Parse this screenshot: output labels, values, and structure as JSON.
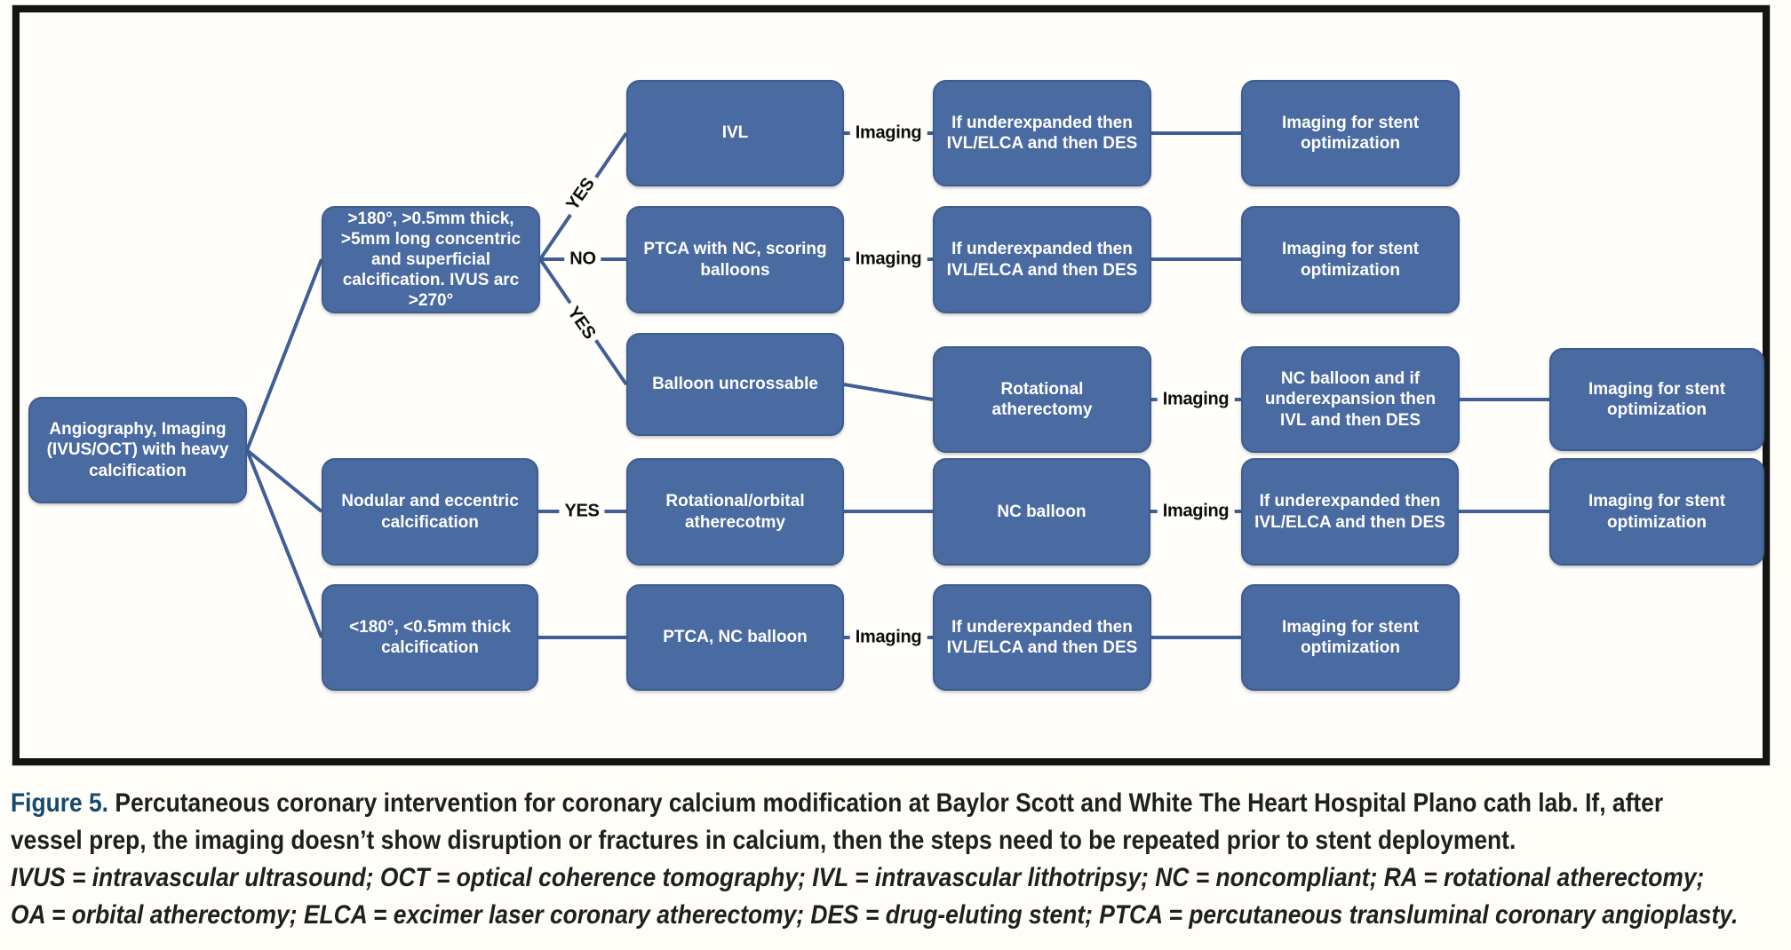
{
  "colors": {
    "node_fill": "#4a6aa2",
    "node_border": "#3f5c8e",
    "connector": "#3f5f96",
    "frame_border": "#141414",
    "figure_label_color": "#144a70",
    "node_text": "#ffffff",
    "edge_label_text": "#0d0d0d"
  },
  "flowchart": {
    "nodes": {
      "angiography": "Angiography, Imaging\n(IVUS/OCT) with heavy\ncalcification",
      "concentric": ">180°, >0.5mm thick,\n>5mm long concentric\nand superficial\ncalcification. IVUS arc\n>270°",
      "nodular": "Nodular and eccentric\ncalcification",
      "mild": "<180°, <0.5mm thick\ncalcification",
      "ivl": "IVL",
      "ptca_scoring": "PTCA with NC, scoring\nballoons",
      "balloon_uncrossable": "Balloon uncrossable",
      "rotational_orbital": "Rotational/orbital\natherecotmy",
      "ptca_nc": "PTCA, NC balloon",
      "underexpanded": "If underexpanded then\nIVL/ELCA and then DES",
      "rotational_atherectomy": "Rotational\natherectomy",
      "nc_balloon": "NC balloon",
      "nc_underexpansion": "NC balloon and if\nunderexpansion then\nIVL and then DES",
      "stent_optimization": "Imaging for stent\noptimization"
    },
    "edge_labels": {
      "yes": "YES",
      "no": "NO",
      "imaging": "Imaging"
    }
  },
  "caption": {
    "figure_label": "Figure 5.",
    "line1": "Percutaneous coronary intervention for coronary calcium modification at Baylor Scott and White The Heart Hospital Plano cath lab. If, after",
    "line2": "vessel prep, the imaging doesn’t show disruption or fractures in calcium, then the steps need to be repeated prior to stent deployment.",
    "line3": "IVUS = intravascular ultrasound; OCT = optical coherence tomography; IVL = intravascular lithotripsy; NC = noncompliant; RA = rotational atherectomy;",
    "line4": "OA = orbital atherectomy; ELCA = excimer laser coronary atherectomy; DES = drug-eluting stent; PTCA = percutaneous transluminal coronary angioplasty."
  }
}
